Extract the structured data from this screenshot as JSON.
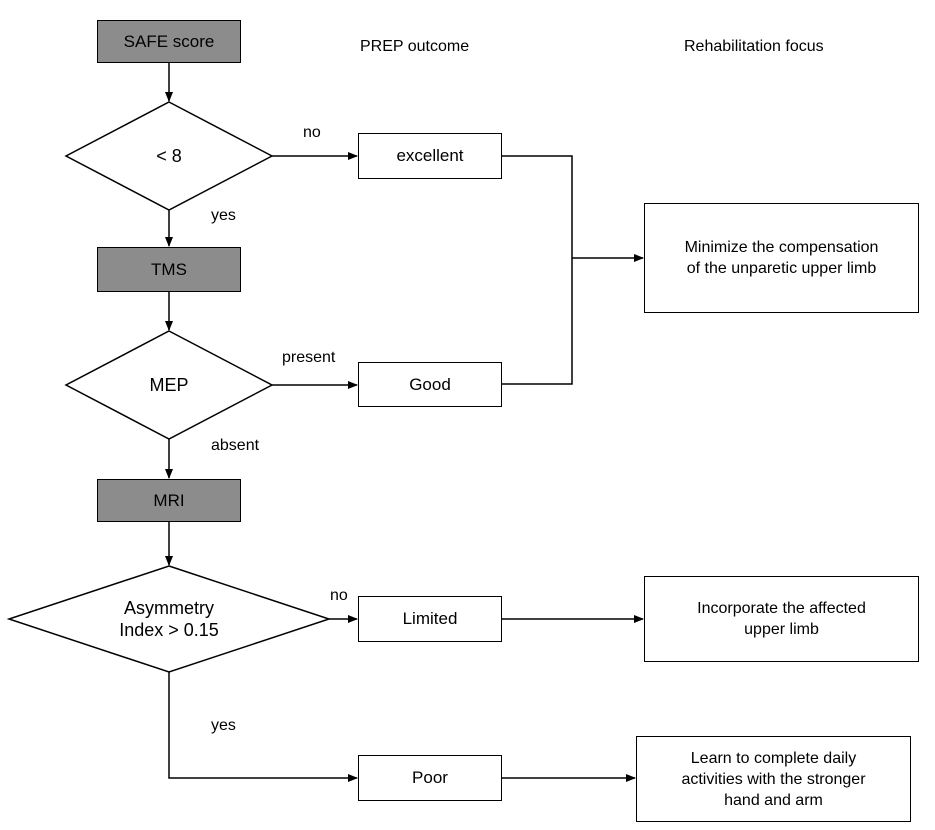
{
  "headers": {
    "prep_outcome": "PREP outcome",
    "rehab_focus": "Rehabilitation focus"
  },
  "steps": {
    "safe": "SAFE score",
    "tms": "TMS",
    "mri": "MRI"
  },
  "decisions": {
    "d1": "< 8",
    "d2": "MEP",
    "d3_line1": "Asymmetry",
    "d3_line2": "Index > 0.15"
  },
  "edge_labels": {
    "d1_no": "no",
    "d1_yes": "yes",
    "d2_present": "present",
    "d2_absent": "absent",
    "d3_no": "no",
    "d3_yes": "yes"
  },
  "outcomes": {
    "excellent": "excellent",
    "good": "Good",
    "limited": "Limited",
    "poor": "Poor"
  },
  "focus": {
    "f1_line1": "Minimize the compensation",
    "f1_line2": "of the unparetic upper limb",
    "f2_line1": "Incorporate the affected",
    "f2_line2": "upper limb",
    "f3_line1": "Learn to complete daily",
    "f3_line2": "activities with the stronger",
    "f3_line3": "hand and arm"
  }
}
